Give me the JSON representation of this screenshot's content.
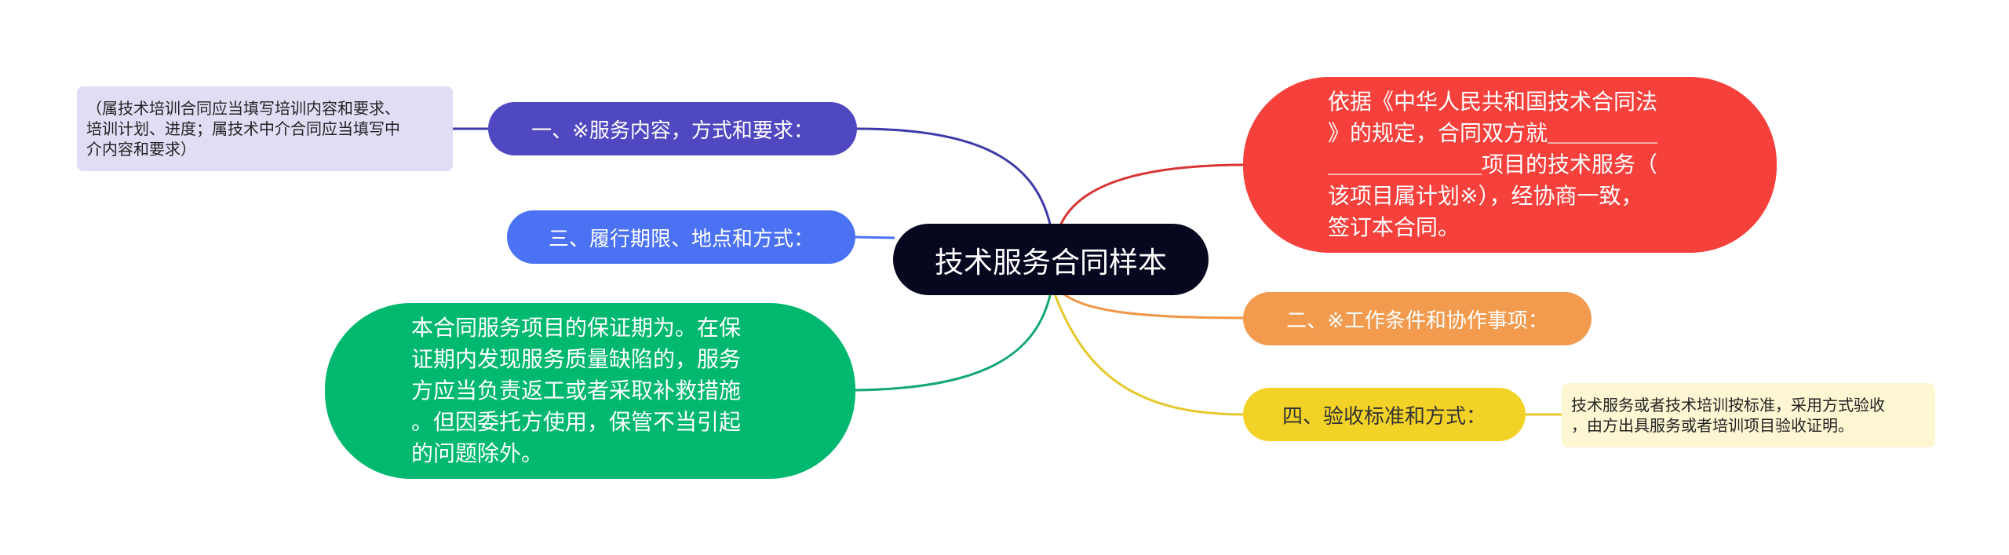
{
  "central": {
    "title": "技术服务合同样本"
  },
  "branches": [
    {
      "id": "b1",
      "label": "一、※服务内容，方式和要求：",
      "color": "#5048c0",
      "line": "#3e3aa7"
    },
    {
      "id": "b3",
      "label": "三、履行期限、地点和方式：",
      "color": "#4a72f2",
      "line": "#4a72f2"
    },
    {
      "id": "b5",
      "label": "本合同服务项目的保证期为。在保\n证期内发现服务质量缺陷的，服务\n方应当负责返工或者采取补救措施\n。但因委托方使用，保管不当引起\n的问题除外。",
      "color": "#00b86e",
      "line": "#16a872"
    },
    {
      "id": "b0",
      "label": "依据《中华人民共和国技术合同法\n》的规定，合同双方就＿＿＿＿＿\n＿＿＿＿＿＿＿项目的技术服务（\n该项目属计划※），经协商一致，\n签订本合同。",
      "color": "#f5403c",
      "line": "#d93535"
    },
    {
      "id": "b2",
      "label": "二、※工作条件和协作事项：",
      "color": "#f29b4e",
      "line": "#ee9645"
    },
    {
      "id": "b4",
      "label": "四、验收标准和方式：",
      "color": "#f3d227",
      "line": "#e6c82b"
    }
  ],
  "notes": [
    {
      "id": "n1",
      "text": "（属技术培训合同应当填写培训内容和要求、\n培训计划、进度；属技术中介合同应当填写中\n介内容和要求）",
      "bg": "#e0def5"
    },
    {
      "id": "n4",
      "text": "技术服务或者技术培训按标准，采用方式验收\n，由方出具服务或者培训项目验收证明。",
      "bg": "#fdf7d3"
    }
  ]
}
